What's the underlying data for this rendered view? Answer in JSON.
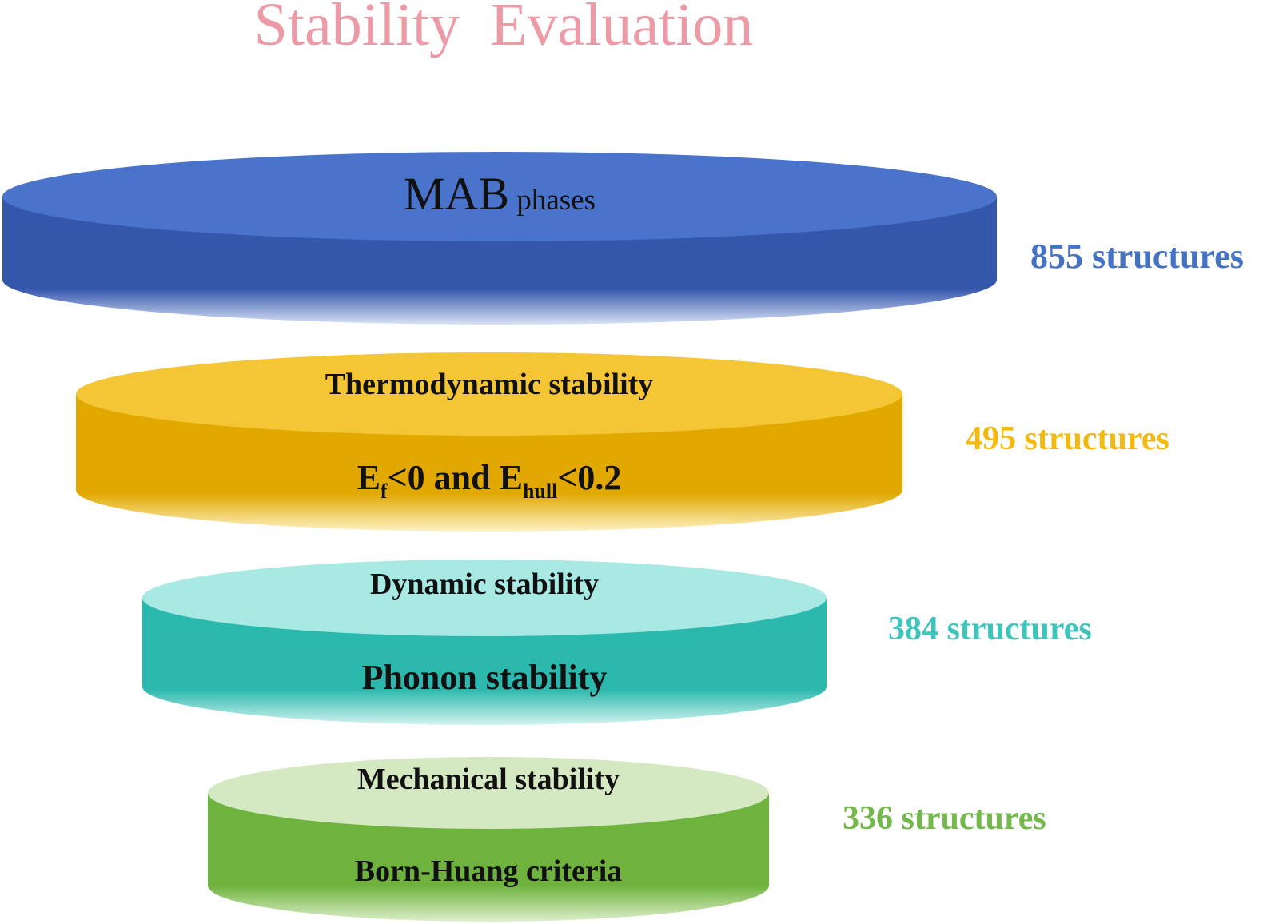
{
  "title": "Stability  Evaluation",
  "colors": {
    "title": "#ec9aa6",
    "text": "#111111"
  },
  "layers": [
    {
      "id": "mab",
      "lines": [
        {
          "parts": [
            {
              "t": "MAB",
              "style": "main"
            },
            {
              "t": " phases",
              "style": "small"
            }
          ]
        }
      ],
      "count": "855 structures",
      "colors": {
        "top": "#4a74cc",
        "side": "#3457ac",
        "light": "#d9e2f6",
        "count": "#4472c4"
      }
    },
    {
      "id": "thermo",
      "lines": [
        {
          "parts": [
            {
              "t": "Thermodynamic stability",
              "style": "bold"
            }
          ]
        },
        {
          "parts": [
            {
              "t": "E",
              "style": "bold"
            },
            {
              "t": "f",
              "style": "sub"
            },
            {
              "t": "<0 and E",
              "style": "bold"
            },
            {
              "t": "hull",
              "style": "sub"
            },
            {
              "t": "<0.2",
              "style": "bold"
            }
          ]
        }
      ],
      "count": "495 structures",
      "colors": {
        "top": "#f4c636",
        "side": "#e0a800",
        "light": "#fff1c4",
        "count": "#f2b90f"
      }
    },
    {
      "id": "dynamic",
      "lines": [
        {
          "parts": [
            {
              "t": "Dynamic stability",
              "style": "bold"
            }
          ]
        },
        {
          "parts": [
            {
              "t": "Phonon stability",
              "style": "bold"
            }
          ]
        }
      ],
      "count": "384 structures",
      "colors": {
        "top": "#a8e9e4",
        "side": "#2cb8ad",
        "light": "#d3f3f0",
        "count": "#3dc4bb"
      }
    },
    {
      "id": "mechanical",
      "lines": [
        {
          "parts": [
            {
              "t": "Mechanical  stability",
              "style": "bold"
            }
          ]
        },
        {
          "parts": [
            {
              "t": "Born-Huang criteria",
              "style": "bold"
            }
          ]
        }
      ],
      "count": "336 structures",
      "colors": {
        "top": "#d4e8c1",
        "side": "#6fb33e",
        "light": "#dcefcb",
        "count": "#72b84a"
      }
    }
  ]
}
